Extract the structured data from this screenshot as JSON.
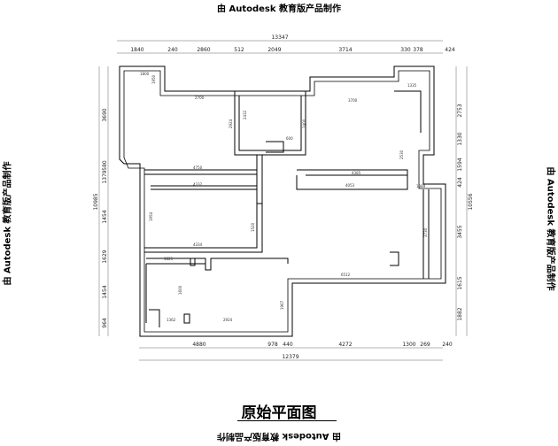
{
  "watermark": "由 Autodesk 教育版产品制作",
  "title": "原始平面图",
  "dims": {
    "top_total": "13347",
    "top": [
      "1840",
      "240",
      "2860",
      "512",
      "2049",
      "3714",
      "330",
      "378",
      "424"
    ],
    "bottom_total": "12379",
    "bottom": [
      "4880",
      "978",
      "440",
      "4272",
      "1300",
      "269",
      "240"
    ],
    "left_total": "10985",
    "left": [
      "3690",
      "1379",
      "580",
      "1454",
      "1629",
      "1454",
      "964"
    ],
    "right_total": "10556",
    "right": [
      "2753",
      "1330",
      "1594",
      "424",
      "3455",
      "1615",
      "1882"
    ]
  },
  "room_dims": [
    "1800",
    "1950",
    "2700",
    "2924",
    "2432",
    "2400",
    "3700",
    "1335",
    "600",
    "2530",
    "4750",
    "4332",
    "4385",
    "4053",
    "1389",
    "3730",
    "1954",
    "4334",
    "1520",
    "1825",
    "1600",
    "6512",
    "1967",
    "2924",
    "1362"
  ]
}
